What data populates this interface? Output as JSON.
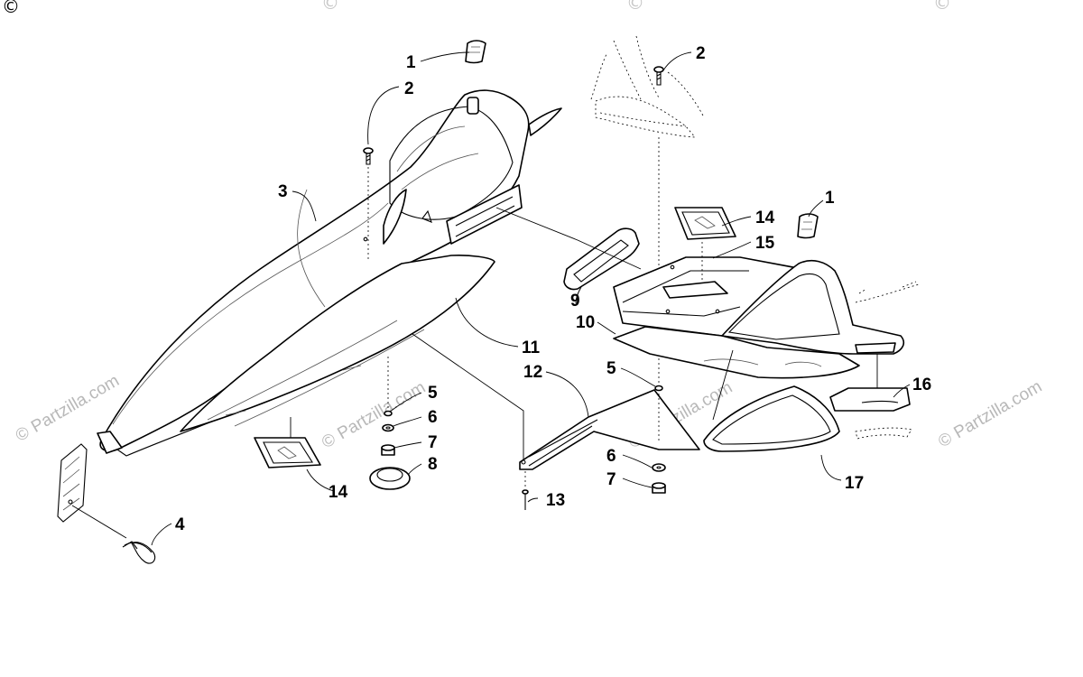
{
  "watermark": {
    "text": "Partzilla.com",
    "copyright_symbol": "©"
  },
  "callouts": [
    "1",
    "2",
    "3",
    "4",
    "5",
    "6",
    "7",
    "8",
    "9",
    "10",
    "11",
    "12",
    "13",
    "14",
    "15",
    "16",
    "17"
  ],
  "colors": {
    "line": "#000000",
    "watermark": "#b8b8b8",
    "background": "#ffffff"
  }
}
